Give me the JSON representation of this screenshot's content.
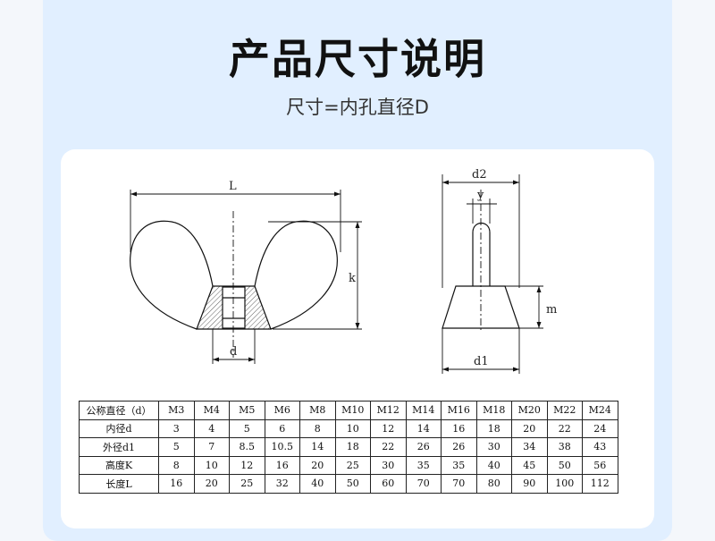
{
  "page": {
    "title": "产品尺寸说明",
    "subtitle": "尺寸=内孔直径D"
  },
  "drawing": {
    "front_view": {
      "length_label": "L",
      "height_label": "k",
      "bore_label": "d"
    },
    "side_view": {
      "top_width_label": "d2",
      "stem_label": "y",
      "base_height_label": "m",
      "base_width_label": "d1"
    }
  },
  "table": {
    "header_label": "公称直径（d）",
    "sizes": [
      "M3",
      "M4",
      "M5",
      "M6",
      "M8",
      "M10",
      "M12",
      "M14",
      "M16",
      "M18",
      "M20",
      "M22",
      "M24"
    ],
    "rows": [
      {
        "label": "内径d",
        "values": [
          "3",
          "4",
          "5",
          "6",
          "8",
          "10",
          "12",
          "14",
          "16",
          "18",
          "20",
          "22",
          "24"
        ]
      },
      {
        "label": "外径d1",
        "values": [
          "5",
          "7",
          "8.5",
          "10.5",
          "14",
          "18",
          "22",
          "26",
          "26",
          "30",
          "34",
          "38",
          "43"
        ]
      },
      {
        "label": "高度K",
        "values": [
          "8",
          "10",
          "12",
          "16",
          "20",
          "25",
          "30",
          "35",
          "35",
          "40",
          "45",
          "50",
          "56"
        ]
      },
      {
        "label": "长度L",
        "values": [
          "16",
          "20",
          "25",
          "32",
          "40",
          "50",
          "60",
          "70",
          "70",
          "80",
          "90",
          "100",
          "112"
        ]
      }
    ]
  }
}
